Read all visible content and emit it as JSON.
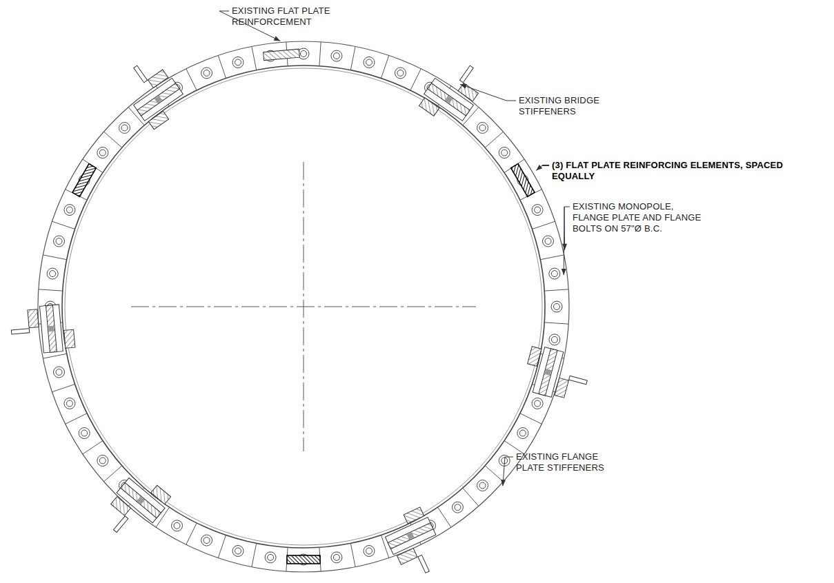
{
  "diagram": {
    "labels": [
      "EXISTING FLAT PLATE REINFORCEMENT",
      "EXISTING BRIDGE STIFFENERS",
      "(3) FLAT PLATE REINFORCING ELEMENTS, SPACED EQUALLY",
      "EXISTING MONOPOLE, FLANGE PLATE AND FLANGE BOLTS ON 57\"Ø B.C.",
      "EXISTING FLANGE PLATE STIFFENERS"
    ]
  }
}
